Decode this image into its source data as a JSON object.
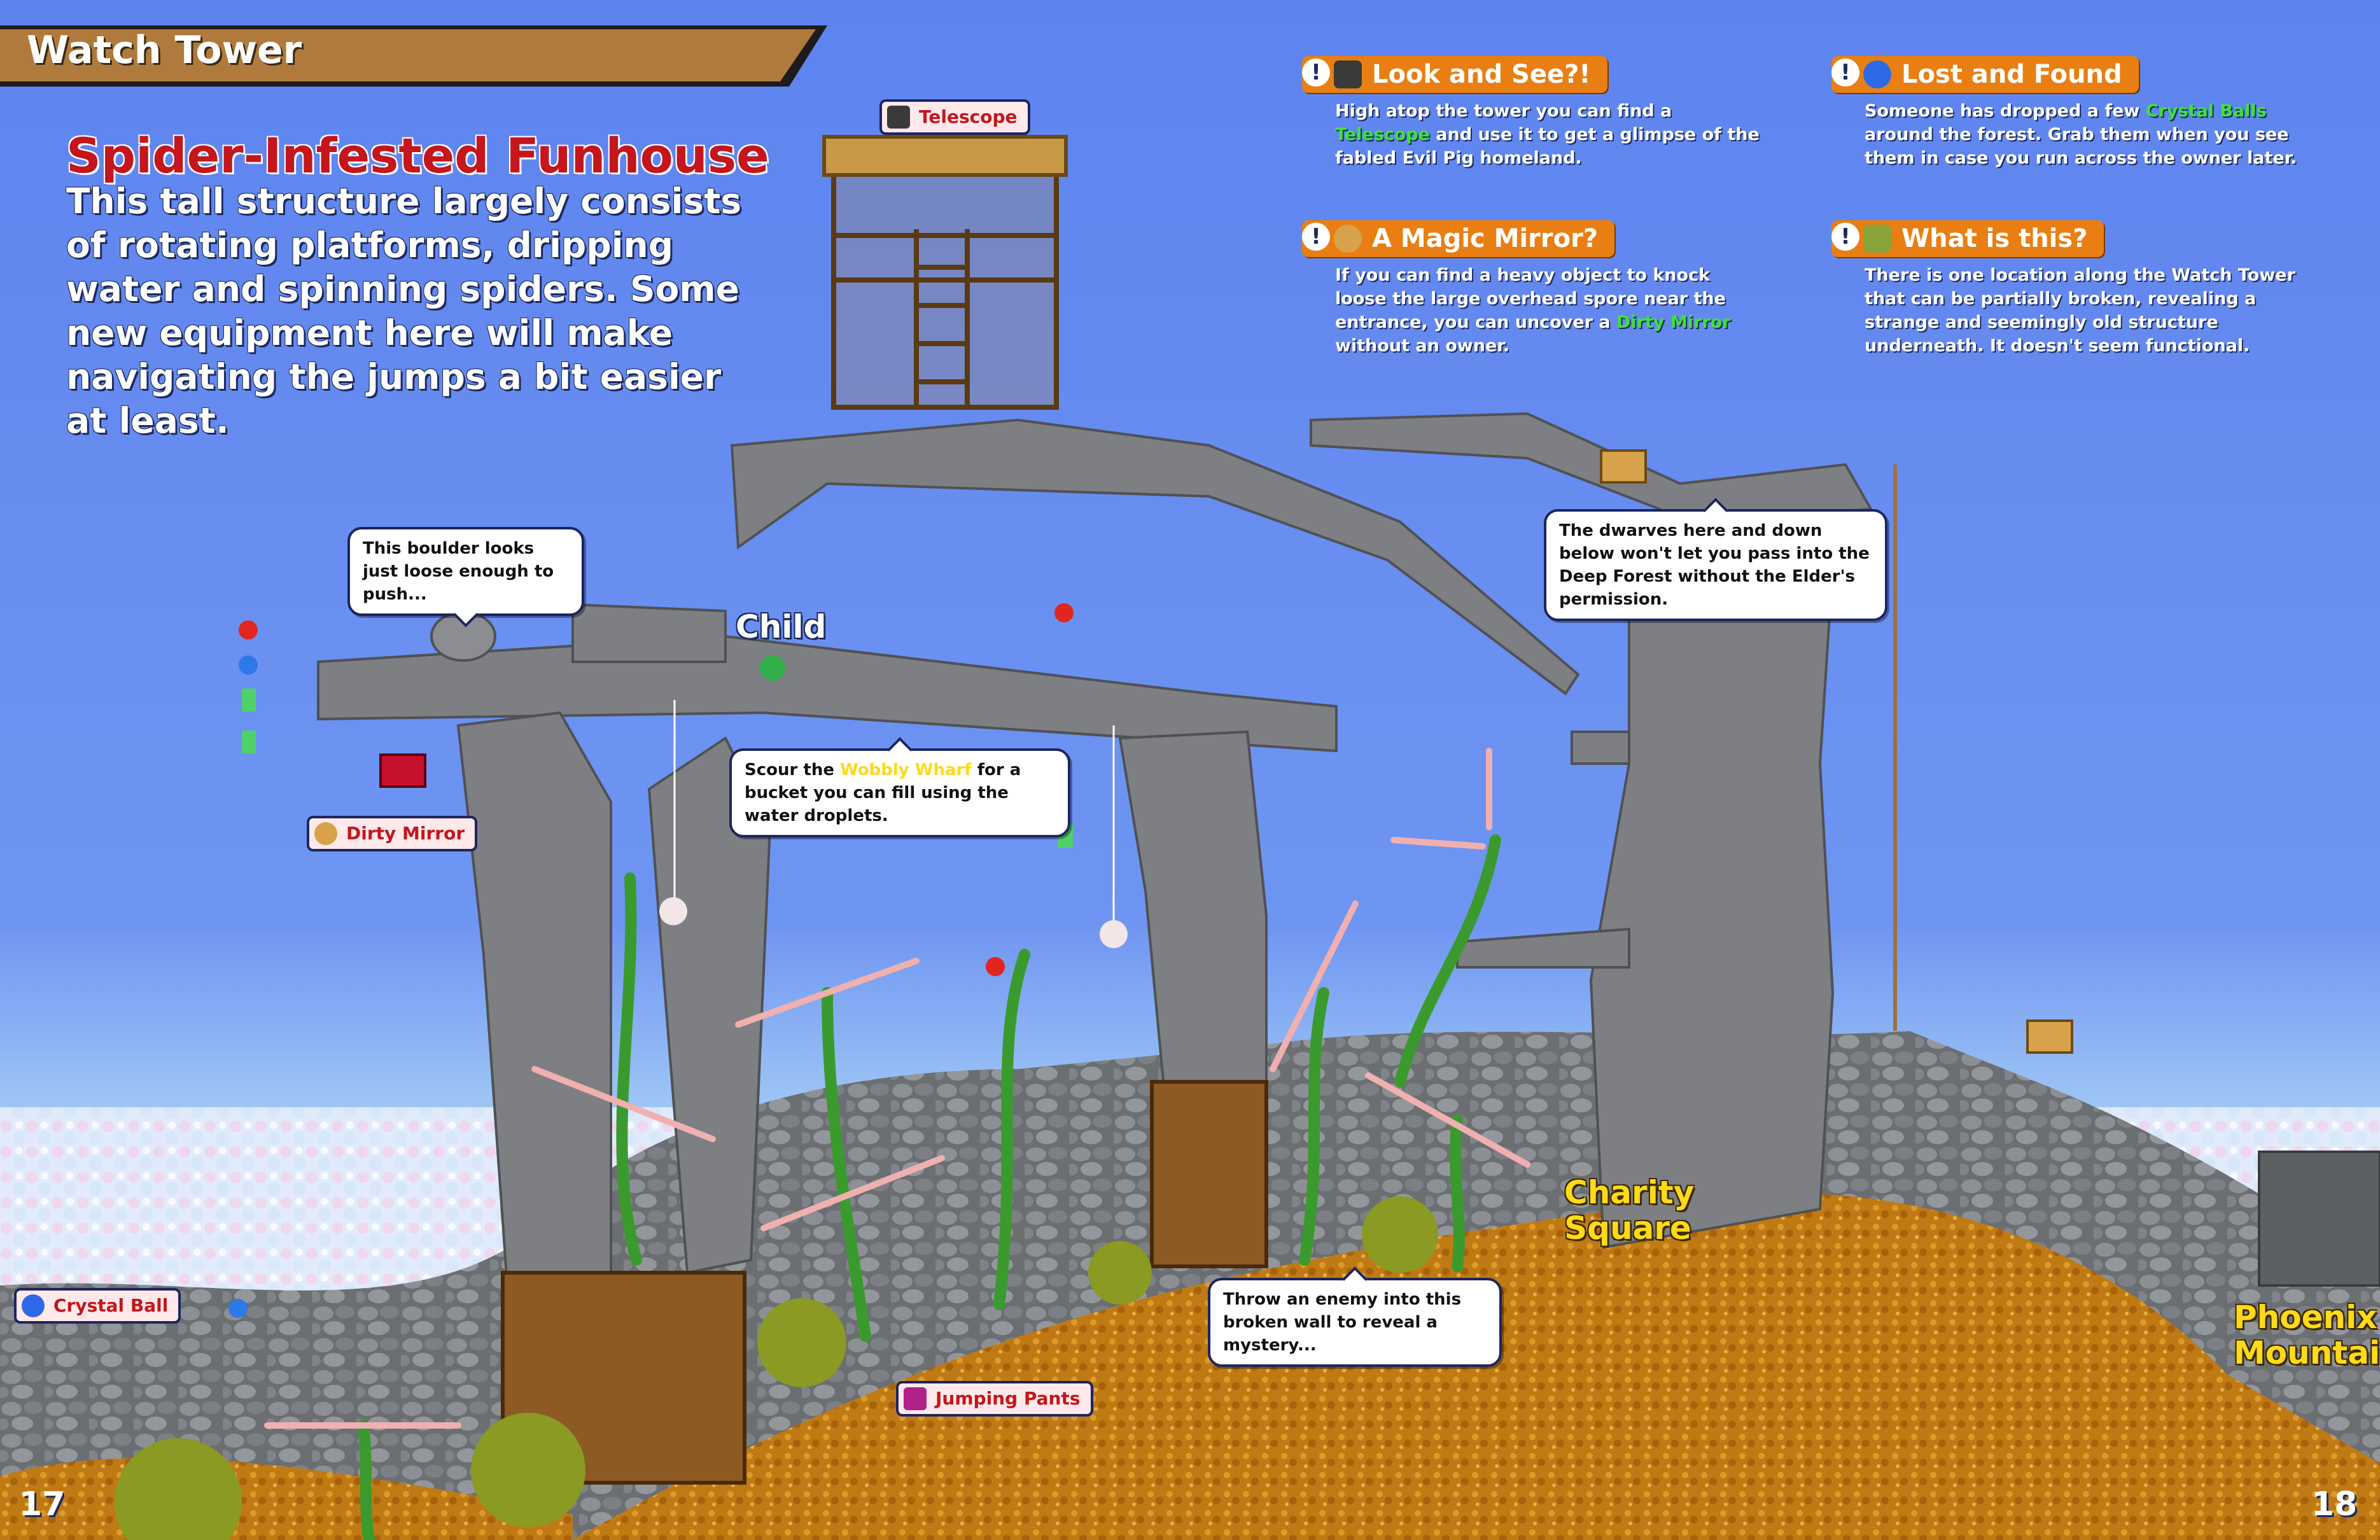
{
  "header": {
    "title": "Watch Tower"
  },
  "section": {
    "title": "Spider-Infested Funhouse",
    "description": "This tall structure largely consists of rotating platforms, dripping water and spinning spiders. Some new equipment here will make navigating the jumps a bit easier at least."
  },
  "tips": [
    {
      "title": "Look and See?!",
      "icon": "telescope-icon",
      "text_before": "High atop the tower you can find a ",
      "highlight": "Telescope",
      "text_after": " and use it to get a glimpse of the fabled Evil Pig homeland."
    },
    {
      "title": "Lost and Found",
      "icon": "crystal-ball-icon",
      "text_before": "Someone has dropped a few ",
      "highlight": "Crystal Balls",
      "text_after": " around the forest. Grab them when you see them in case you run across the owner later."
    },
    {
      "title": "A Magic Mirror?",
      "icon": "mirror-icon",
      "text_before": "If you can find a heavy object to knock loose the large overhead spore near the entrance, you can uncover a ",
      "highlight": "Dirty Mirror",
      "text_after": " without an owner."
    },
    {
      "title": "What is this?",
      "icon": "chest-icon",
      "text_before": "There is one location along the Watch Tower that can be partially broken, revealing a strange and seemingly old structure underneath. It doesn't seem functional.",
      "highlight": "",
      "text_after": ""
    }
  ],
  "callouts": {
    "boulder": "This boulder looks just loose enough to push...",
    "wobbly_before": "Scour the ",
    "wobbly_highlight": "Wobbly Wharf",
    "wobbly_after": " for a bucket you can fill using the water droplets.",
    "dwarves": "The dwarves here and down below won't let you pass into the Deep Forest without the Elder's permission.",
    "broken_wall": "Throw an enemy into this broken wall to reveal a mystery..."
  },
  "item_labels": {
    "telescope": "Telescope",
    "dirty_mirror": "Dirty Mirror",
    "crystal_ball": "Crystal Ball",
    "jumping_pants": "Jumping Pants"
  },
  "map_labels": {
    "child": "Child",
    "charity_square": "Charity Square",
    "phoenix_mountain": "Phoenix Mountain"
  },
  "page_numbers": {
    "left": "17",
    "right": "18"
  },
  "colors": {
    "sky": "#6a8df0",
    "header_bar": "#b07a3c",
    "tip_header": "#e97f12",
    "title_red": "#c4161c",
    "place_yellow": "#ffd91a",
    "item_highlight_green": "#3fe03f"
  }
}
